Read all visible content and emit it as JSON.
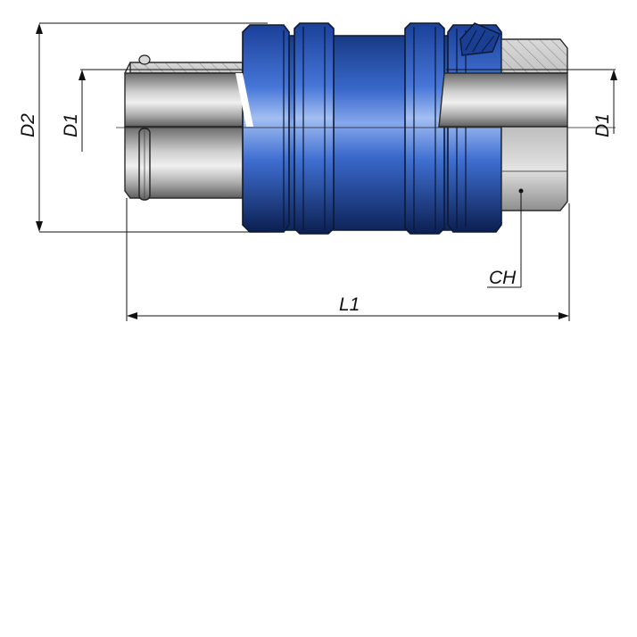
{
  "drawing": {
    "labels": {
      "d2": "D2",
      "d1_left": "D1",
      "d1_right": "D1",
      "ch": "CH",
      "l1": "L1"
    },
    "colors": {
      "body_blue": "#2a57b8",
      "body_blue_dark": "#0f2a66",
      "body_blue_light": "#7fa2e8",
      "steel_grey": "#9a9a9a",
      "steel_dark": "#5a5a5a",
      "steel_light": "#e6e6e6"
    }
  }
}
